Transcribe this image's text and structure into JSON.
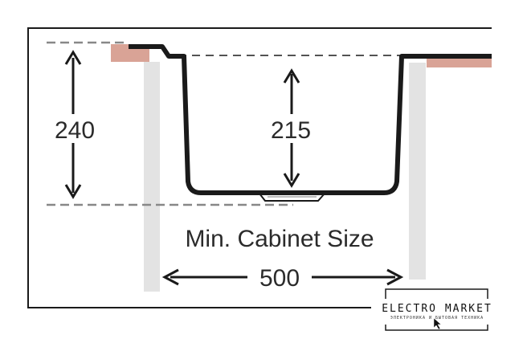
{
  "dimensions": {
    "total_depth": "240",
    "bowl_depth": "215",
    "cabinet_caption": "Min. Cabinet Size",
    "cabinet_width": "500"
  },
  "logo": {
    "name": "ELECTRO MARKET",
    "tagline": "ЭЛЕКТРОНИКА И БЫТОВАЯ ТЕХНИКА"
  },
  "colors": {
    "sink_outline": "#1a1a1a",
    "countertop": "#d9a396",
    "cabinet_panel": "#e3e3e3",
    "dashed_line": "#888888"
  }
}
